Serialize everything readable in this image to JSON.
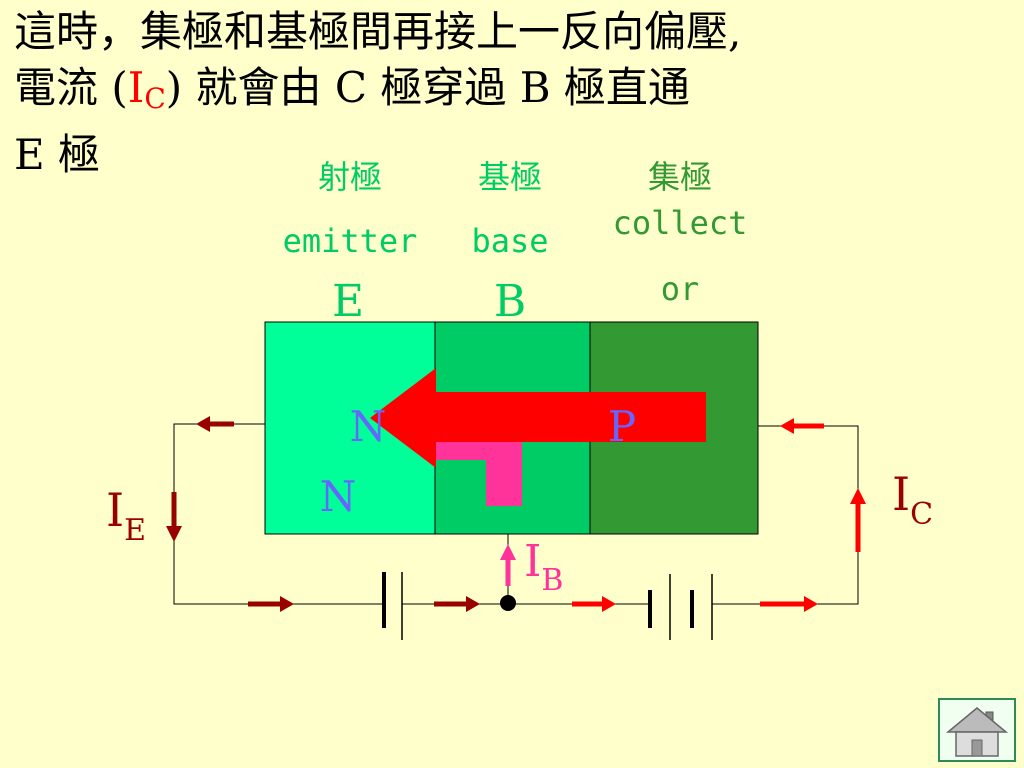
{
  "title": {
    "line1": "這時，集極和基極間再接上一反向偏壓,",
    "line2_pre": "電流 (",
    "line2_i": "I",
    "line2_sub": "C",
    "line2_post": ") 就會由 C 極穿過 B 極直通",
    "line3": "E 極"
  },
  "regions": {
    "emitter": {
      "cn": "射極",
      "en": "emitter",
      "letter": "E",
      "color": "#00FF99"
    },
    "base": {
      "cn": "基極",
      "en": "base",
      "letter": "B",
      "color": "#00CC66"
    },
    "collector": {
      "cn": "集極",
      "en_1": "collect",
      "en_2": "or",
      "color": "#339933"
    }
  },
  "semiconductor": {
    "left": "N",
    "middle": "P",
    "right": "N"
  },
  "currents": {
    "ie": {
      "main": "I",
      "sub": "E"
    },
    "ib": {
      "main": "I",
      "sub": "B"
    },
    "ic": {
      "main": "I",
      "sub": "C"
    }
  },
  "colors": {
    "background": "#FFFFCC",
    "arrow": "#FF0000",
    "base_arrow": "#FF3399",
    "wire_arrow": "#990000",
    "nav_border": "#2E8B57"
  },
  "icons": {
    "home": "home-icon"
  }
}
